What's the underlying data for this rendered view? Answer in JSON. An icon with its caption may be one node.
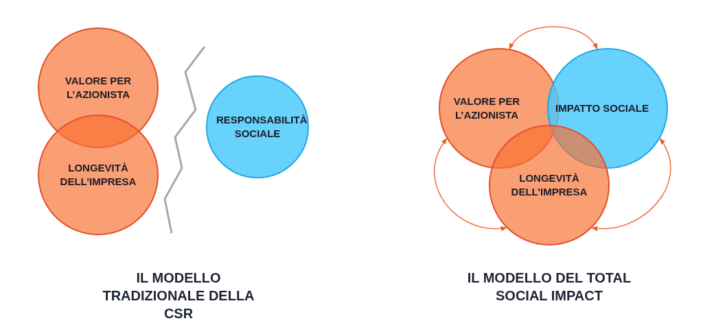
{
  "diagram": {
    "nodes": [
      {
        "text": [
          "VALORE PER L’AZIONISTA"
        ]
      },
      {
        "text": [
          "LONGEVITÀ DELL’IMPRESA"
        ]
      },
      {
        "text": [
          "RESPONSABILITÀ SOCIALE"
        ]
      },
      {
        "text": [
          "VALORE PER L’AZIONISTA"
        ]
      },
      {
        "text": [
          "IMPATTO SOCIALE"
        ]
      },
      {
        "text": [
          "LONGEVITÀ DELL’IMPRESA"
        ]
      }
    ],
    "edges": [
      {
        "from": 3,
        "to": 4,
        "arrow": "both"
      },
      {
        "from": 3,
        "to": 5,
        "arrow": "both"
      },
      {
        "from": 4,
        "to": 5,
        "arrow": "both"
      }
    ],
    "labels": [
      "IL MODELLO TRADIZIONALE DELLA CSR",
      "IL MODELLO DEL TOTAL SOCIAL IMPACT"
    ]
  }
}
